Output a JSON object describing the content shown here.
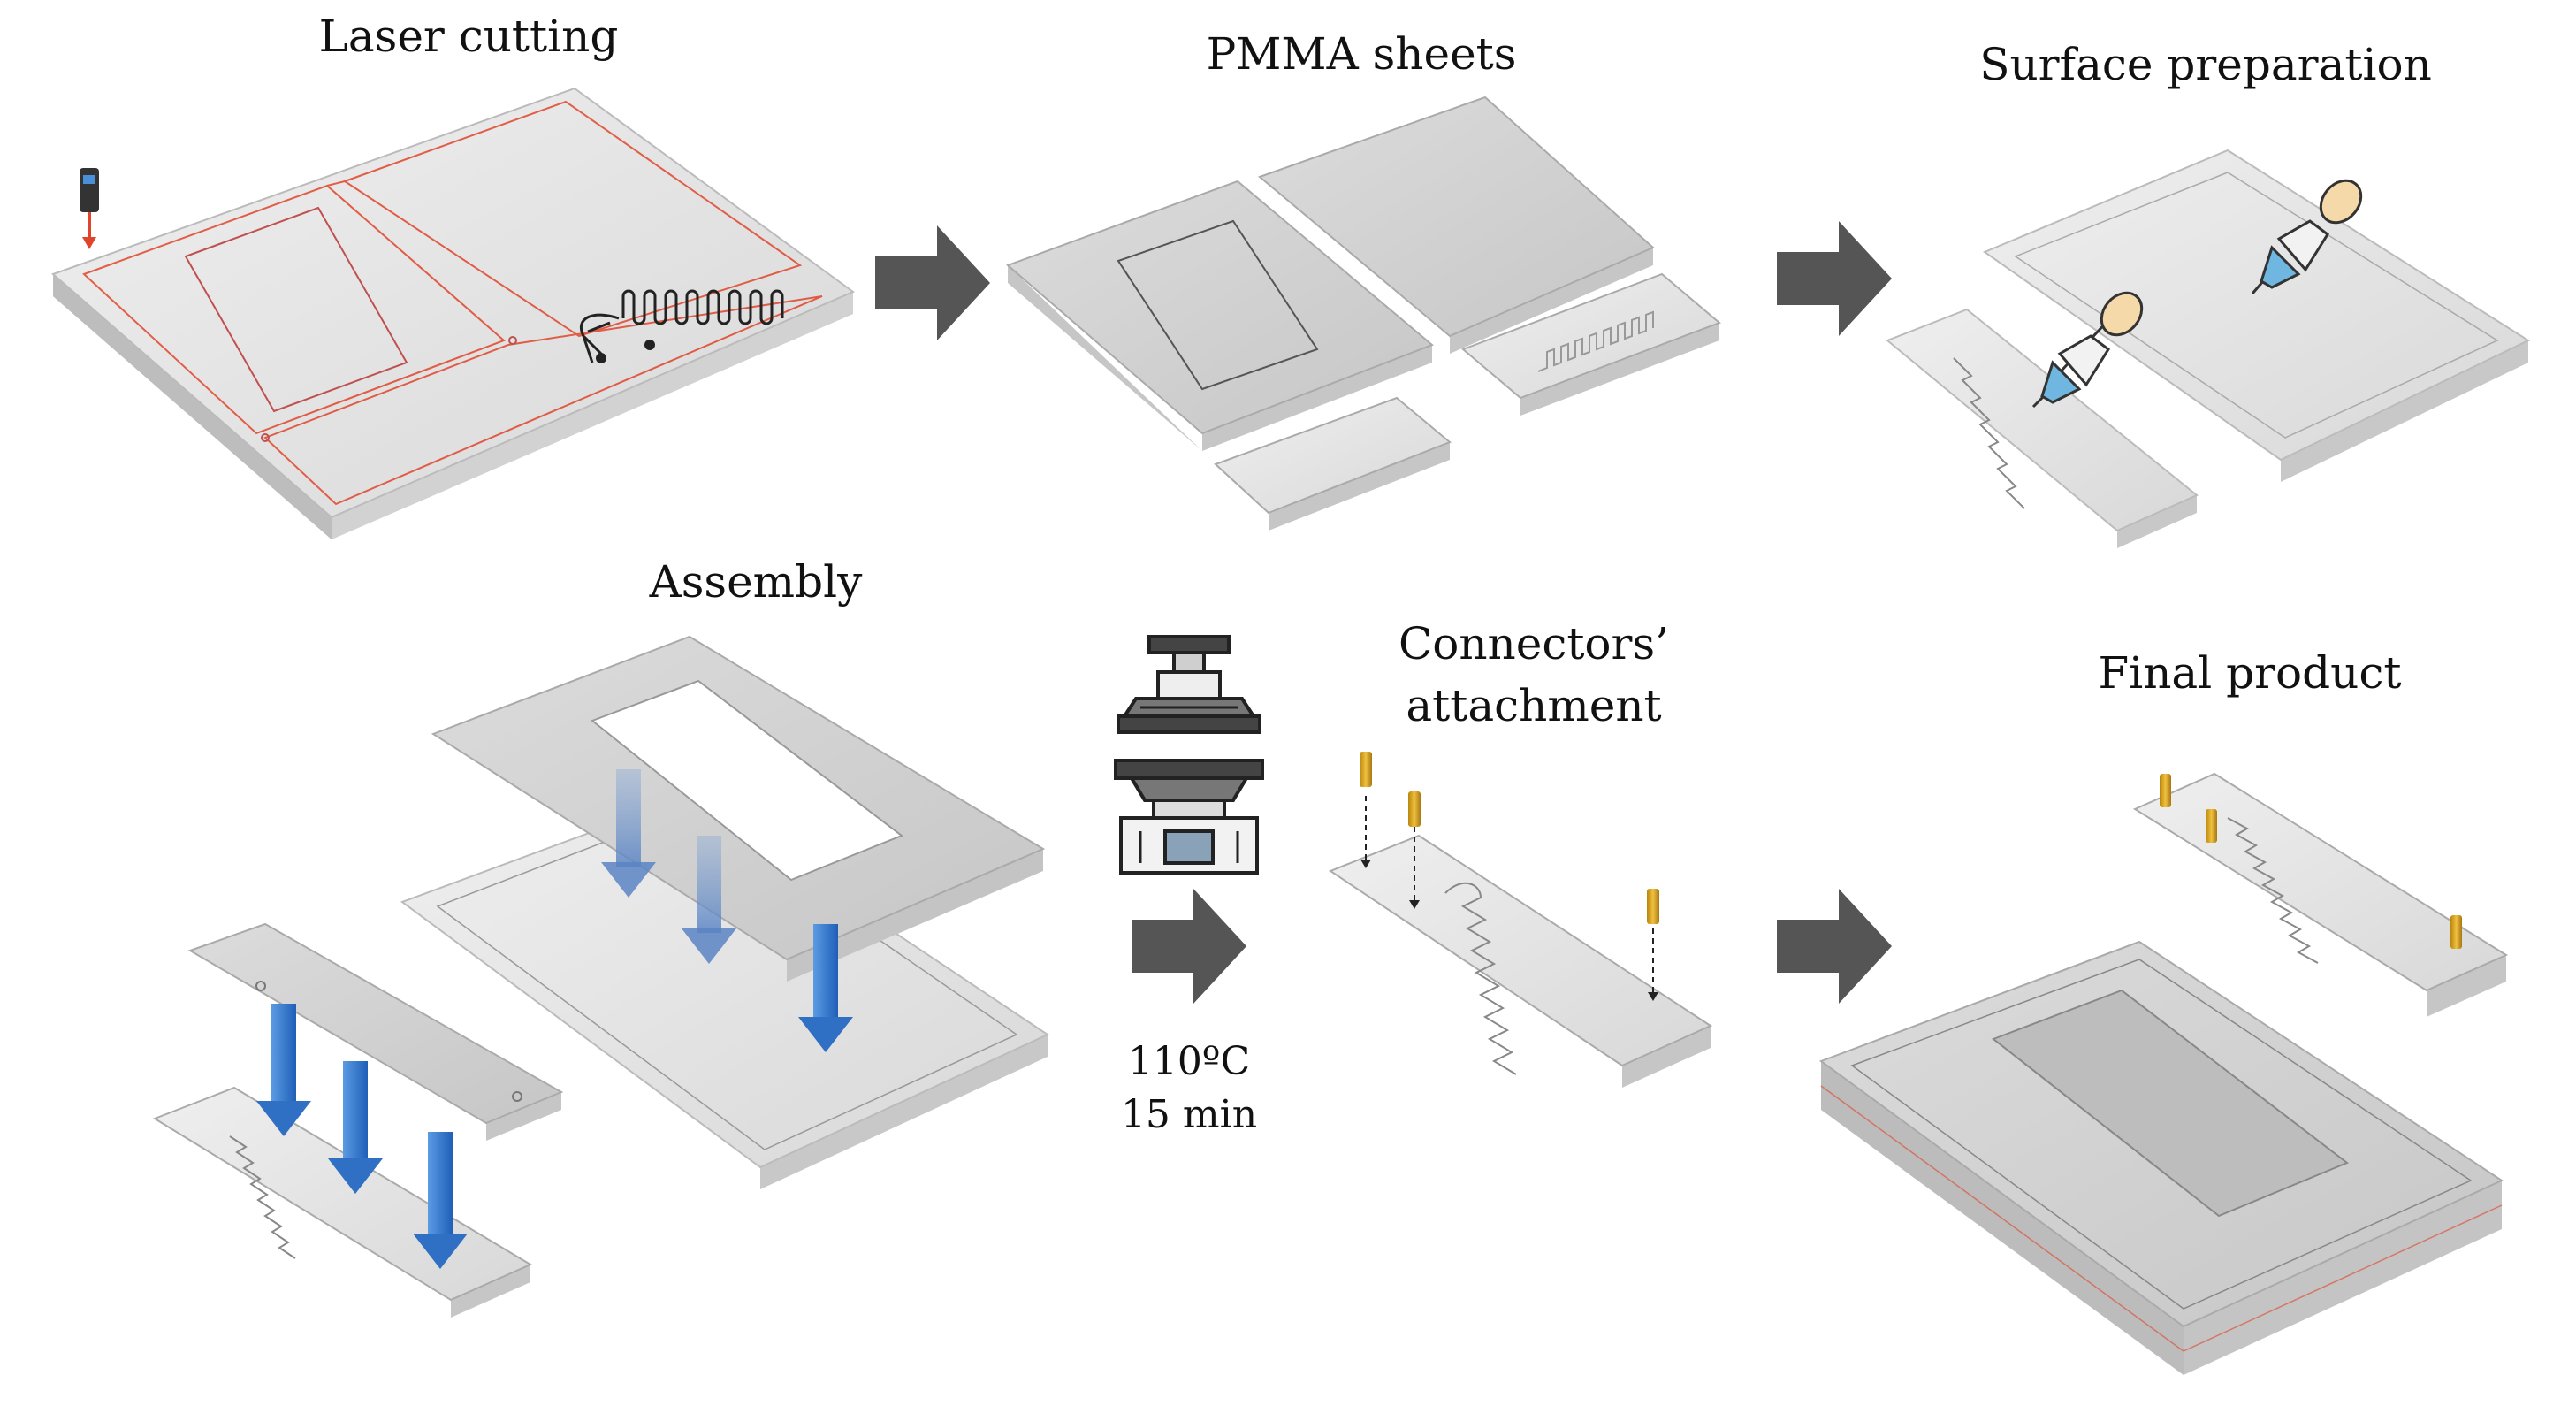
{
  "steps": {
    "laser_cutting": "Laser cutting",
    "pmma_sheets": "PMMA sheets",
    "surface_preparation": "Surface preparation",
    "assembly": "Assembly",
    "connectors_line1": "Connectors’",
    "connectors_line2": "attachment",
    "final_product": "Final product"
  },
  "press": {
    "temperature": "110ºC",
    "duration": "15 min"
  },
  "colors": {
    "arrow": "#555555",
    "laser_red": "#e0452b",
    "drop_arrow_blue": "#2f6fc4",
    "connector_gold": "#d9a520",
    "dropper_bulb": "#f6d9a8",
    "liquid_blue": "#6fb6e0",
    "sheet_top": "#e4e4e4",
    "sheet_side": "#c9c9c9"
  },
  "icons": [
    "laser-head-icon",
    "pipette-icon",
    "heat-press-icon",
    "block-arrow-icon"
  ]
}
